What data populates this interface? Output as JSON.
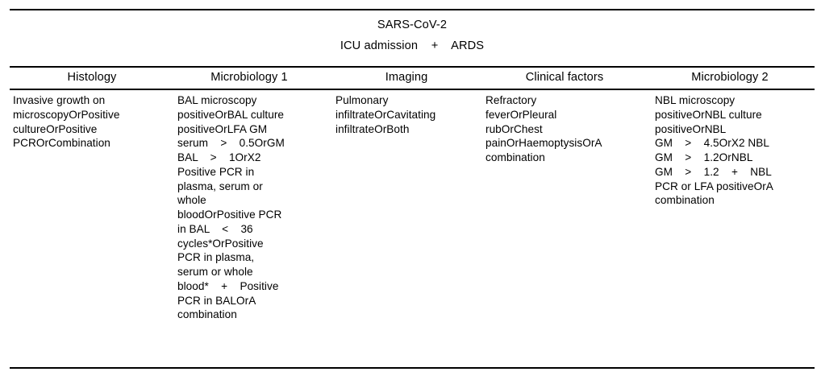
{
  "title": {
    "line1": "SARS-CoV-2",
    "line2": "ICU admission    +    ARDS"
  },
  "columns": [
    {
      "header": "Histology"
    },
    {
      "header": "Microbiology 1"
    },
    {
      "header": "Imaging"
    },
    {
      "header": "Clinical factors"
    },
    {
      "header": "Microbiology 2"
    }
  ],
  "cells": [
    {
      "lines": [
        "Invasive growth on",
        "microscopyOrPositive",
        "cultureOrPositive",
        "PCROrCombination"
      ]
    },
    {
      "lines": [
        "BAL microscopy",
        "positiveOrBAL culture",
        "positiveOrLFA GM",
        "serum    >    0.5OrGM",
        "BAL    >    1OrX2",
        "Positive PCR in",
        "plasma, serum or",
        "whole",
        "bloodOrPositive PCR",
        "in BAL    <    36",
        "cycles*OrPositive",
        "PCR in plasma,",
        "serum or whole",
        "blood*    +    Positive",
        "PCR in BALOrA",
        "combination"
      ]
    },
    {
      "lines": [
        "Pulmonary",
        "infiltrateOrCavitating",
        "infiltrateOrBoth"
      ]
    },
    {
      "lines": [
        "Refractory",
        "feverOrPleural",
        "rubOrChest",
        "painOrHaemoptysisOrA",
        "combination"
      ]
    },
    {
      "lines": [
        "NBL microscopy",
        "positiveOrNBL culture",
        "positiveOrNBL",
        "GM    >    4.5OrX2 NBL",
        "GM    >    1.2OrNBL",
        "GM    >    1.2    +    NBL",
        "PCR or LFA positiveOrA",
        "combination"
      ]
    }
  ]
}
